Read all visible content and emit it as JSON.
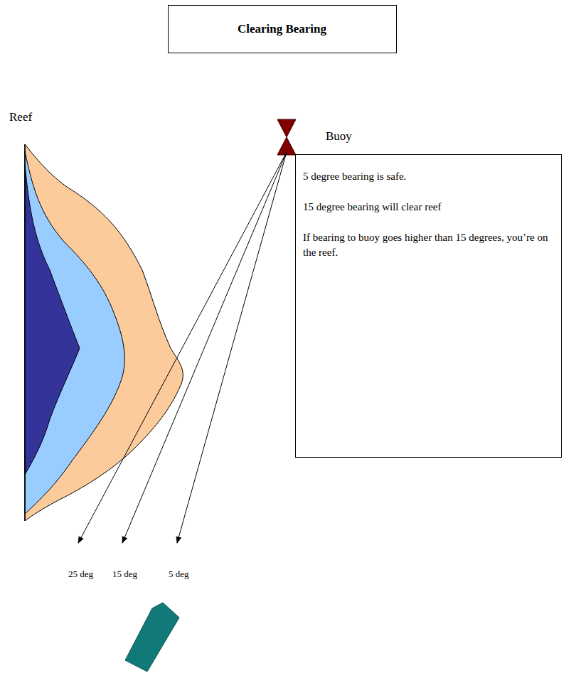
{
  "diagram": {
    "title": "Clearing Bearing",
    "nodes": [
      {
        "text": [
          "5 degree bearing is safe.",
          "15 degree bearing will clear reef",
          "If bearing to buoy goes higher than 15 degrees, you’re on the reef."
        ]
      }
    ],
    "labels": [
      "Reef",
      "Buoy",
      "25 deg",
      "15 deg",
      "5 deg"
    ]
  }
}
